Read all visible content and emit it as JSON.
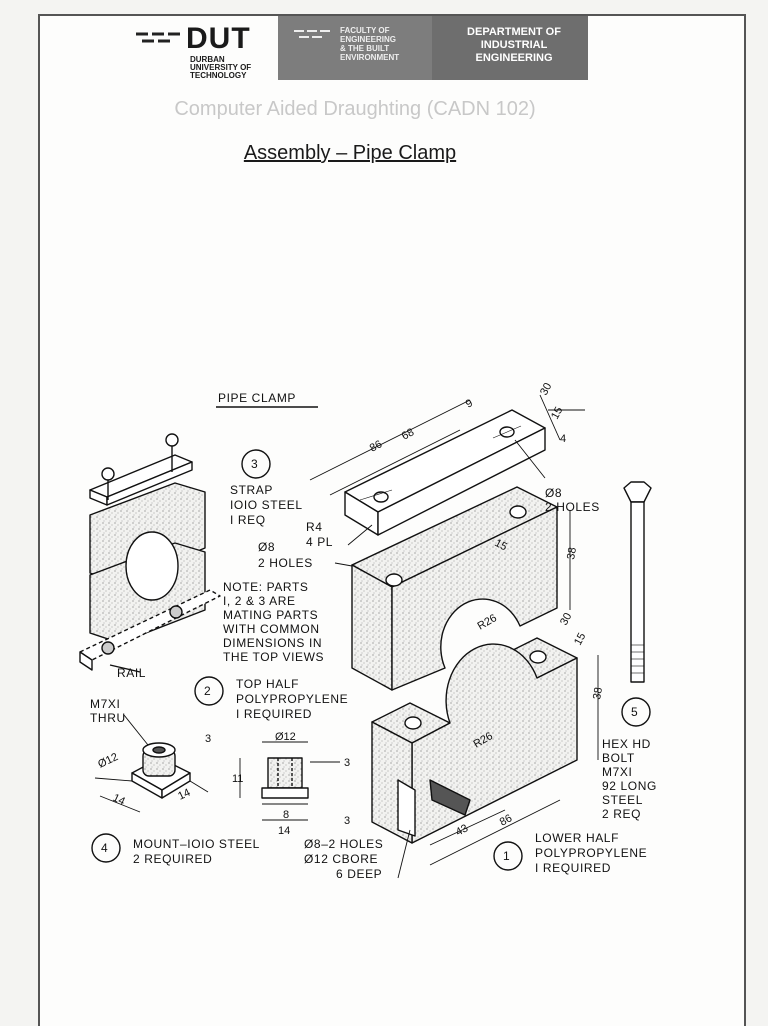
{
  "header": {
    "logo_name": "DUT",
    "logo_lines": [
      "DURBAN",
      "UNIVERSITY OF",
      "TECHNOLOGY"
    ],
    "faculty_lines": [
      "FACULTY OF",
      "ENGINEERING",
      "& THE BUILT",
      "ENVIRONMENT"
    ],
    "department_lines": [
      "DEPARTMENT OF",
      "INDUSTRIAL",
      "ENGINEERING"
    ],
    "course": "Computer Aided Draughting (CADN 102)",
    "title": "Assembly – Pipe Clamp"
  },
  "drawing": {
    "heading": "PIPE CLAMP",
    "rail": "RAIL",
    "part1": {
      "num": "1",
      "lines": [
        "LOWER HALF",
        "POLYPROPYLENE",
        "I REQUIRED"
      ]
    },
    "part2": {
      "num": "2",
      "lines": [
        "TOP HALF",
        "POLYPROPYLENE",
        "I REQUIRED"
      ]
    },
    "part3": {
      "num": "3",
      "lines": [
        "STRAP",
        "IOIO STEEL",
        "I REQ"
      ]
    },
    "part4": {
      "num": "4",
      "lines": [
        "MOUNT–IOIO STEEL",
        "2 REQUIRED"
      ]
    },
    "part5": {
      "num": "5",
      "lines": [
        "HEX HD",
        "BOLT",
        "M7XI",
        "92 LONG",
        "STEEL",
        "2 REQ"
      ]
    },
    "note": [
      "NOTE: PARTS",
      "I, 2 & 3 ARE",
      "MATING PARTS",
      "WITH COMMON",
      "DIMENSIONS IN",
      "THE TOP VIEWS"
    ],
    "r4": [
      "R4",
      "4 PL"
    ],
    "holes_left": [
      "Ø8",
      "2 HOLES"
    ],
    "holes_right": [
      "Ø8",
      "2 HOLES"
    ],
    "m7": [
      "M7XI",
      "THRU"
    ],
    "cbore": [
      "Ø8–2 HOLES",
      "Ø12 CBORE",
      "6 DEEP"
    ],
    "dims": {
      "d86a": "86",
      "d68": "68",
      "d9": "9",
      "d30a": "30",
      "d15a": "15",
      "d4": "4",
      "d15b": "15",
      "d38a": "38",
      "r26a": "R26",
      "d30b": "30",
      "d15c": "15",
      "d38b": "38",
      "r26b": "R26",
      "d43": "43",
      "d86b": "86",
      "d12a": "Ø12",
      "d3a": "3",
      "d14a": "14",
      "d14b": "14",
      "d12b": "Ø12",
      "d11": "11",
      "d3b": "3",
      "d8": "8",
      "d14c": "14",
      "d3c": "3"
    }
  }
}
